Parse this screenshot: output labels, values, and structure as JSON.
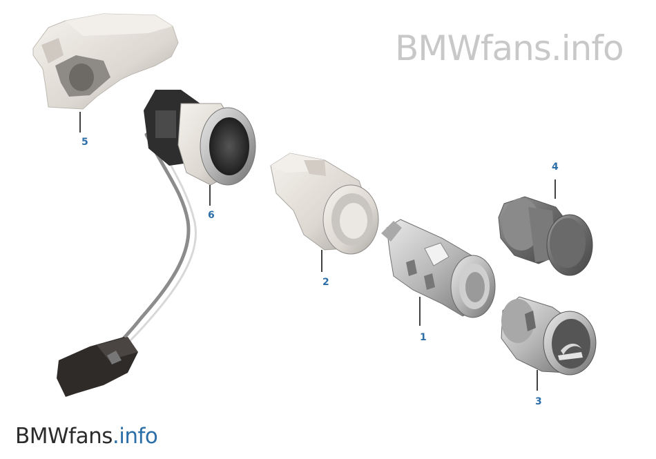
{
  "watermark": {
    "top_text": "BMWfans.info",
    "bottom_brand": "BMWfans",
    "bottom_suffix": ".info"
  },
  "callouts": [
    {
      "id": "5",
      "label": "5"
    },
    {
      "id": "6",
      "label": "6"
    },
    {
      "id": "2",
      "label": "2"
    },
    {
      "id": "1",
      "label": "1"
    },
    {
      "id": "4",
      "label": "4"
    },
    {
      "id": "3",
      "label": "3"
    }
  ],
  "colors": {
    "callout_blue": "#2c6ea8",
    "watermark_gray": "#c8c8c8",
    "part_light": "#e6e2dc",
    "part_mid": "#b5b3b0",
    "part_dark": "#5e5e5e",
    "connector_black": "#2f2b29"
  }
}
